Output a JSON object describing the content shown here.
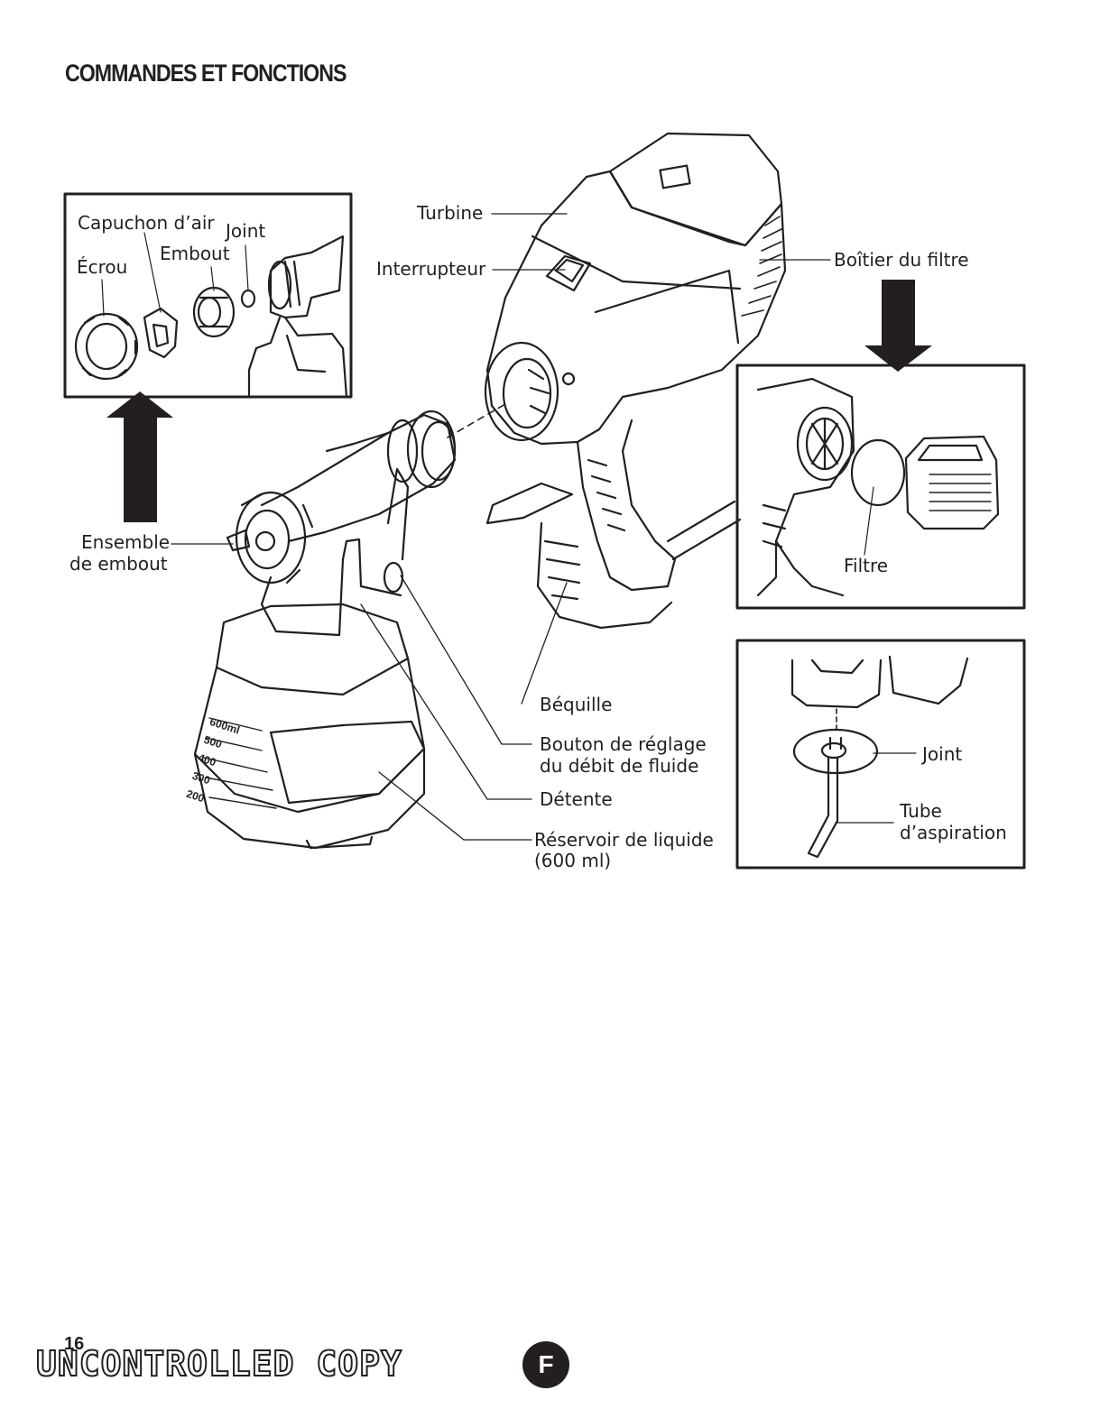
{
  "page": {
    "title": "COMMANDES ET FONCTIONS",
    "page_number": "16",
    "stamp": "UNCONTROLLED COPY",
    "language_badge": "F"
  },
  "labels": {
    "capuchon_air": "Capuchon d’air",
    "joint_inset": "Joint",
    "embout": "Embout",
    "ecrou": "Écrou",
    "turbine": "Turbine",
    "interrupteur": "Interrupteur",
    "boitier_filtre": "Boîtier du filtre",
    "filtre": "Filtre",
    "ensemble_embout_1": "Ensemble",
    "ensemble_embout_2": "de embout",
    "bequille": "Béquille",
    "bouton_reglage_1": "Bouton de réglage",
    "bouton_reglage_2": "du débit de fluide",
    "detente": "Détente",
    "reservoir_1": "Réservoir de liquide",
    "reservoir_2": "(600 ml)",
    "joint_right": "Joint",
    "tube_1": "Tube",
    "tube_2": "d’aspiration"
  },
  "cup_graduations": [
    "600ml",
    "500",
    "400",
    "300",
    "200"
  ],
  "icons": [
    "arrow-up-icon",
    "arrow-down-icon"
  ]
}
